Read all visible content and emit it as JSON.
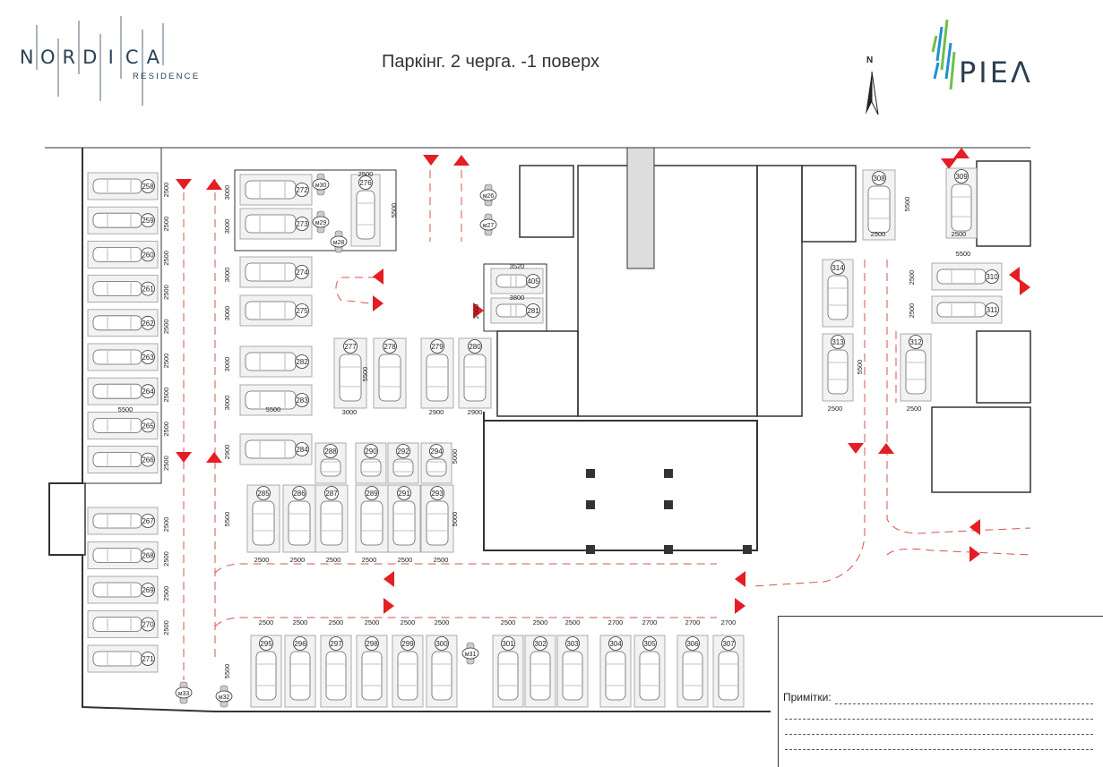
{
  "header": {
    "brand_letters": [
      "N",
      "O",
      "R",
      "D",
      "I",
      "C",
      "A"
    ],
    "brand_sub": "RESIDENCE",
    "title": "Паркінг. 2 черга. -1 поверх",
    "north": "N",
    "developer": "PIEΛ"
  },
  "colors": {
    "arrow": "#e31e24",
    "route": "#d9534f",
    "wall": "#333333",
    "spot_fill": "#f2f2f2",
    "brand": "#2a4256",
    "piea_green": "#6cc04a",
    "piea_blue": "#1f8fd0"
  },
  "notes": {
    "label": "Примітки:"
  },
  "plan": {
    "left_column_spots": [
      "258",
      "259",
      "260",
      "261",
      "262",
      "263",
      "264",
      "265",
      "266"
    ],
    "left_column_spots_lower": [
      "267",
      "268",
      "269",
      "270",
      "271"
    ],
    "left_dims": [
      "2500",
      "2500",
      "2500",
      "2500",
      "2500",
      "2500",
      "2500",
      "2500",
      "2500",
      "2500",
      "2500",
      "2500",
      "2500"
    ],
    "left_width_dim": "5500",
    "block_a_spots": [
      "272",
      "273",
      "274",
      "275",
      "282",
      "283",
      "284"
    ],
    "block_a_dims": [
      "3000",
      "3000",
      "3000",
      "3000",
      "3000",
      "3000",
      "2900"
    ],
    "block_a_width_dim": "5500",
    "moto_spots": [
      "м30",
      "м29",
      "м28",
      "м26",
      "м27",
      "м31",
      "м32",
      "м33"
    ],
    "spot_276": "276",
    "dim_2500_top": "2500",
    "dim_5500_top": "5500",
    "row_277": [
      "277",
      "278",
      "279",
      "280"
    ],
    "row_277_dims": [
      "3000",
      "2900",
      "2900"
    ],
    "row_277_height": "5500",
    "row_288": [
      "288",
      "290",
      "292",
      "294"
    ],
    "row_288_height": "5000",
    "row_285": [
      "285",
      "286",
      "287",
      "289",
      "291",
      "293"
    ],
    "row_285_dims": [
      "2500",
      "2500",
      "2500",
      "2500",
      "2500",
      "2500"
    ],
    "row_285_height": "5500",
    "row_285_height_right": "5000",
    "spots_405_281": [
      "405",
      "281"
    ],
    "dims_405_281": [
      "3520",
      "3800"
    ],
    "dim_2500_405": "2500",
    "bottom_row": [
      "295",
      "296",
      "297",
      "298",
      "299",
      "300",
      "301",
      "302",
      "303",
      "304",
      "305",
      "306",
      "307"
    ],
    "bottom_row_dims": [
      "2500",
      "2500",
      "2500",
      "2500",
      "2500",
      "2500",
      "2500",
      "2500",
      "2500",
      "2700",
      "2700",
      "2700",
      "2700"
    ],
    "bottom_height": "5500",
    "right_spots": [
      "308",
      "309",
      "310",
      "311",
      "312",
      "313",
      "314"
    ],
    "right_dims": [
      "2500",
      "2500",
      "5500",
      "2500",
      "2500",
      "2500",
      "2500"
    ],
    "right_height": "5500",
    "right_height_2": "5500"
  }
}
